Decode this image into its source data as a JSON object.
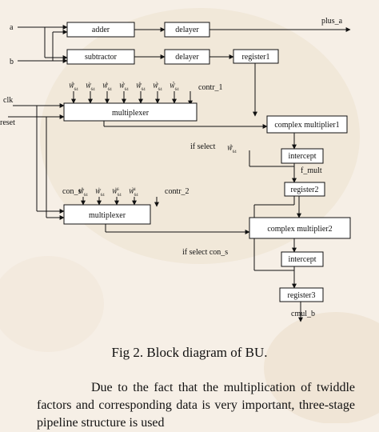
{
  "diagram": {
    "signals": {
      "a": "a",
      "b": "b",
      "clk": "clk",
      "reset": "reset",
      "plus_a": "plus_a",
      "contr_1": "contr_1",
      "contr_2": "contr_2",
      "f_mult": "f_mult",
      "con_s": "con_s",
      "cmul_b": "cmul_b"
    },
    "blocks": {
      "adder": "adder",
      "subtractor": "subtractor",
      "delayer_1": "delayer",
      "delayer_2": "delayer",
      "register1": "register1",
      "multiplexer_1": "multiplexer",
      "multiplexer_2": "multiplexer",
      "complex_multiplier1": "complex multiplier1",
      "intercept_1": "intercept",
      "register2": "register2",
      "complex_multiplier2": "complex multiplier2",
      "intercept_2": "intercept",
      "register3": "register3"
    },
    "labels": {
      "if_select_1": "if select",
      "if_select_2": "if select con_s"
    },
    "twiddle_base": "W",
    "twiddle_sub": "64",
    "twiddles_mux1": [
      "0",
      "1",
      "4",
      "2",
      "6",
      "3",
      "7"
    ],
    "twiddles_mux2": [
      "8",
      "1",
      "16",
      "24"
    ],
    "twiddle_select_1": "0"
  },
  "caption": "Fig 2. Block diagram of BU.",
  "body_text": "Due to the fact that the multiplication of twiddle factors and corresponding data is very important, three-stage pipeline structure is used"
}
